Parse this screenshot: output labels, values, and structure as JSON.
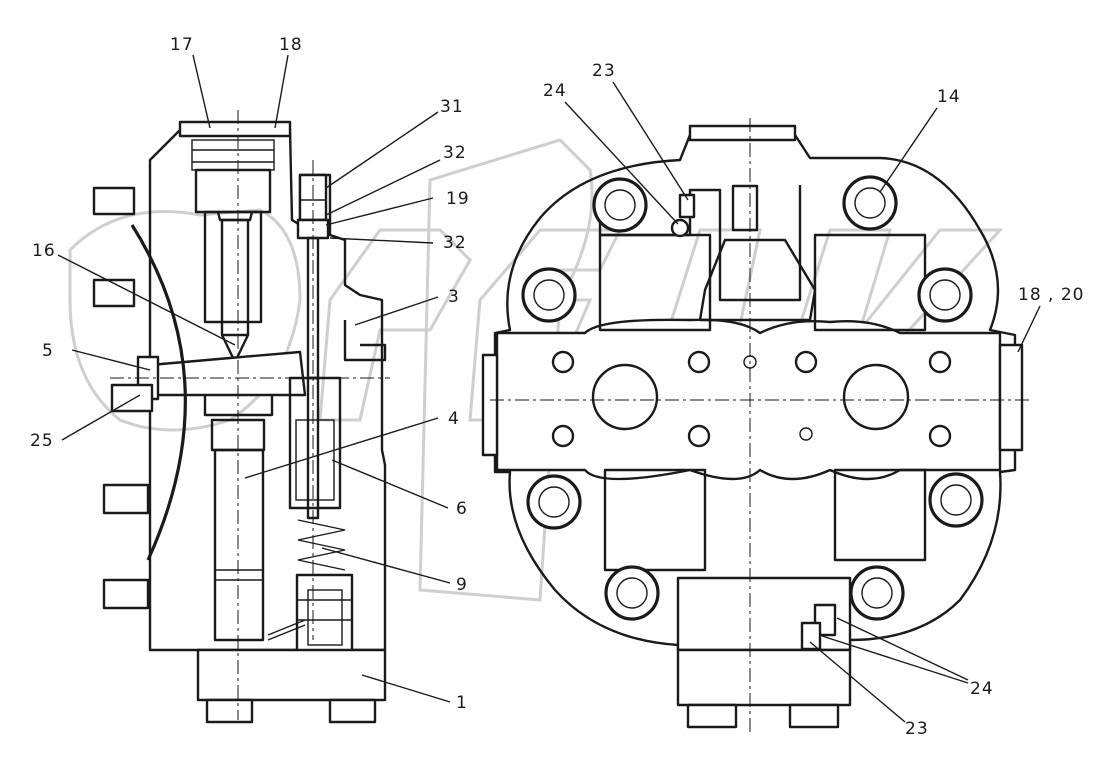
{
  "colors": {
    "line": "#1a1a1a",
    "watermark": "#cfcfcf",
    "background": "#ffffff"
  },
  "left_view_labels": {
    "l17": "17",
    "l18": "18",
    "l31": "31",
    "l32a": "32",
    "l19": "19",
    "l32b": "32",
    "l16": "16",
    "l3": "3",
    "l5": "5",
    "l25": "25",
    "l4": "4",
    "l6": "6",
    "l9": "9",
    "l1": "1"
  },
  "right_view_labels": {
    "l23a": "23",
    "l24a": "24",
    "l14": "14",
    "l1820": "18 , 20",
    "l24b": "24",
    "l23b": "23"
  }
}
